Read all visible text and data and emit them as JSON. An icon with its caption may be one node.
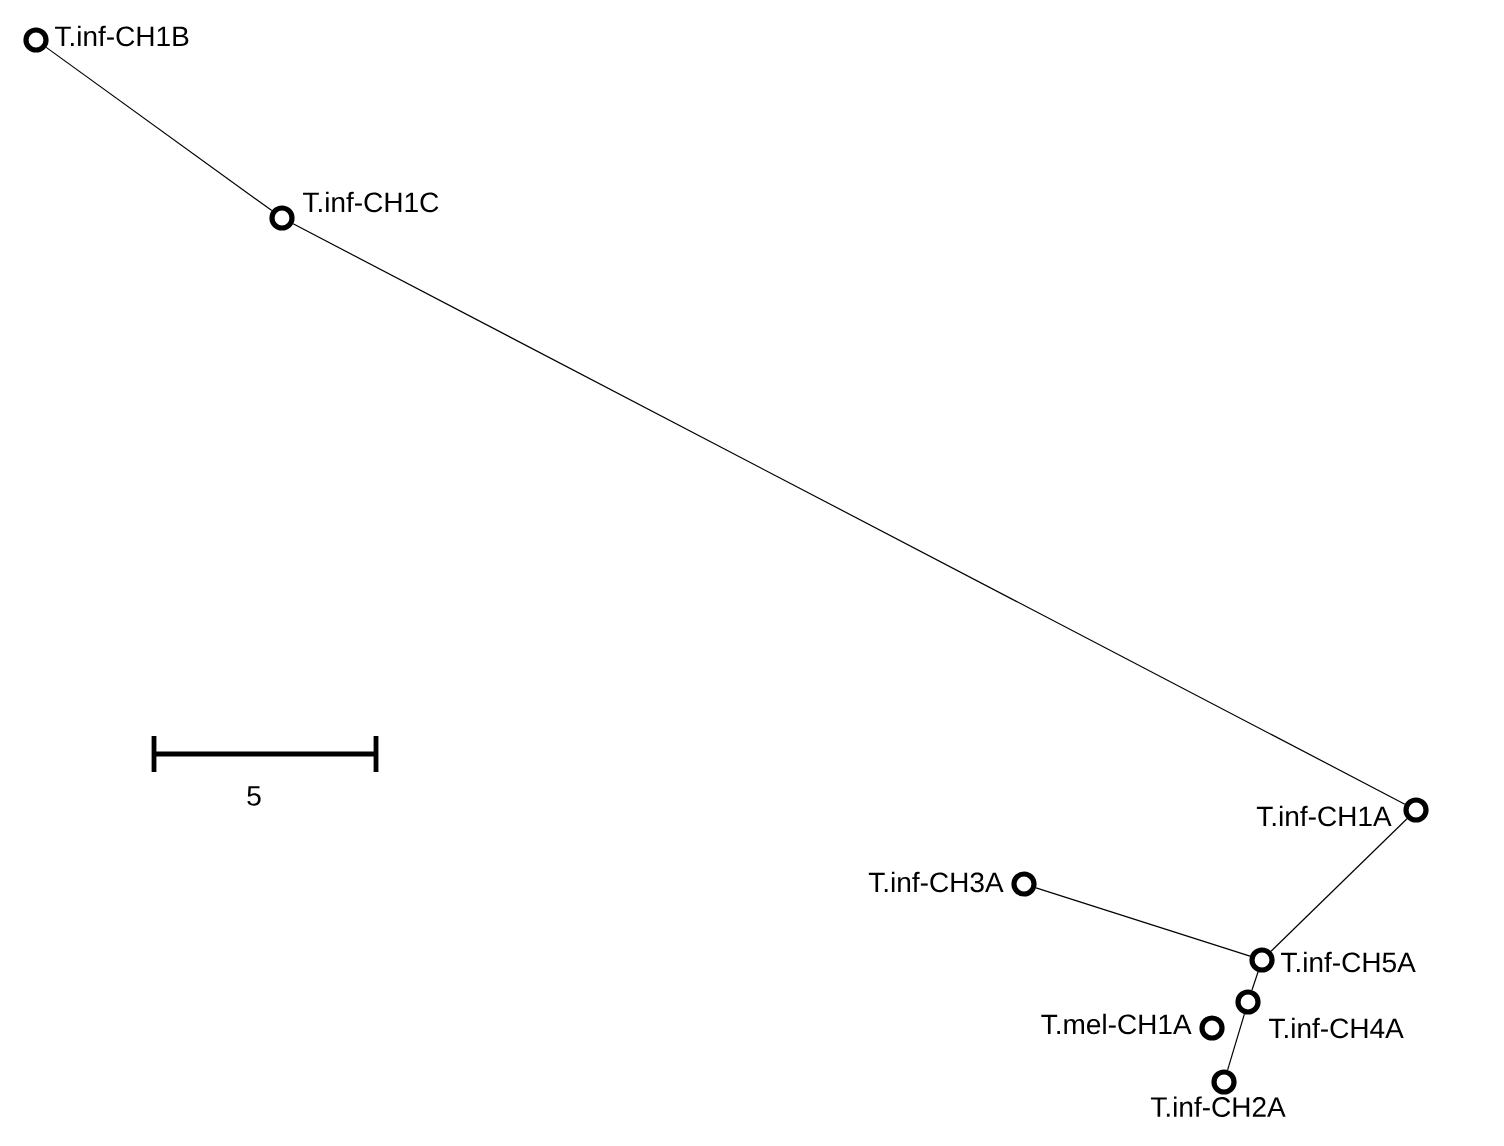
{
  "diagram": {
    "nodes": [
      {
        "text": [],
        "shape": "circle",
        "beside": [
          "T.inf-CH1B"
        ]
      },
      {
        "text": [],
        "shape": "circle",
        "beside": [
          "T.inf-CH1C"
        ]
      },
      {
        "text": [],
        "shape": "circle",
        "beside": [
          "T.inf-CH1A"
        ]
      },
      {
        "text": [],
        "shape": "circle",
        "beside": [
          "T.inf-CH3A"
        ]
      },
      {
        "text": [],
        "shape": "circle",
        "beside": [
          "T.inf-CH5A"
        ]
      },
      {
        "text": [],
        "shape": "circle",
        "beside": [
          "T.mel-CH1A"
        ]
      },
      {
        "text": [],
        "shape": "circle",
        "beside": [
          "T.inf-CH4A"
        ]
      },
      {
        "text": [],
        "shape": "circle",
        "beside": [
          "T.inf-CH2A"
        ]
      }
    ],
    "edges": [
      {
        "from": 0,
        "to": 1,
        "arrow": "none"
      },
      {
        "from": 1,
        "to": 2,
        "arrow": "none"
      },
      {
        "from": 2,
        "to": 4,
        "arrow": "none"
      },
      {
        "from": 3,
        "to": 4,
        "arrow": "none"
      },
      {
        "from": 4,
        "to": 6,
        "arrow": "none"
      },
      {
        "from": 6,
        "to": 7,
        "arrow": "none"
      }
    ],
    "labels": [
      "5"
    ]
  }
}
